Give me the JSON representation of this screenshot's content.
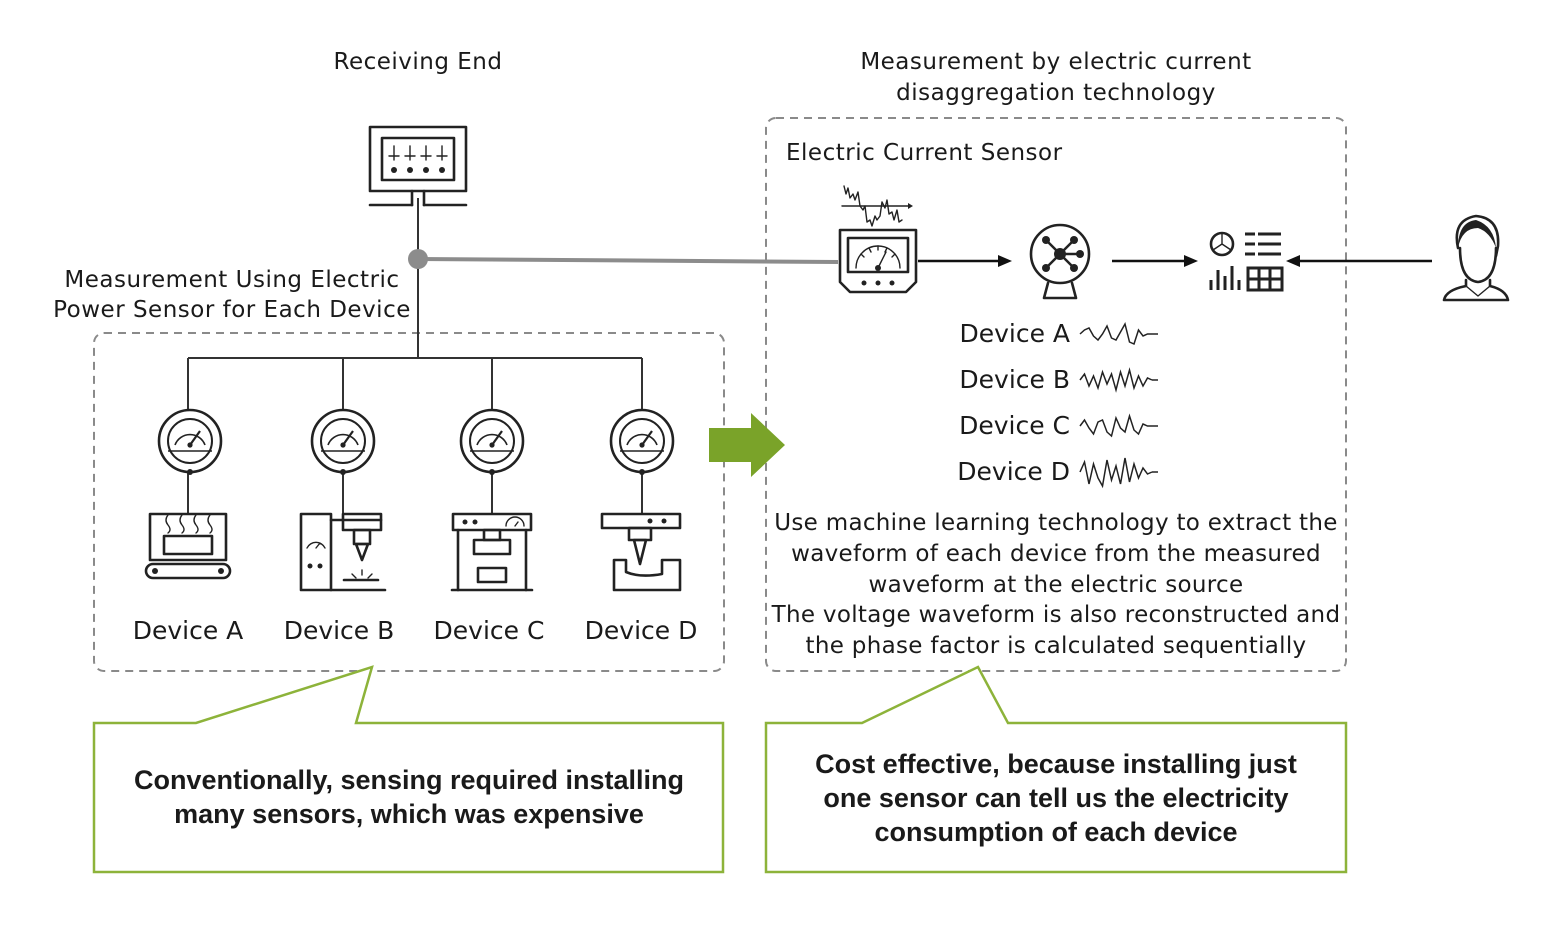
{
  "receiving_end": {
    "title": "Receiving End"
  },
  "left_panel": {
    "title_line1": "Measurement Using Electric",
    "title_line2": "Power Sensor for Each Device",
    "devices": [
      {
        "label": "Device A",
        "icon": "conveyor-oven-icon"
      },
      {
        "label": "Device B",
        "icon": "drilling-machine-icon"
      },
      {
        "label": "Device C",
        "icon": "press-machine-icon"
      },
      {
        "label": "Device D",
        "icon": "milling-machine-icon"
      }
    ]
  },
  "right_panel": {
    "title_line1": "Measurement by electric current",
    "title_line2": "disaggregation technology",
    "sensor_label": "Electric Current Sensor",
    "devices": [
      {
        "label": "Device A",
        "icon": "waveform-icon"
      },
      {
        "label": "Device B",
        "icon": "waveform-icon"
      },
      {
        "label": "Device C",
        "icon": "waveform-icon"
      },
      {
        "label": "Device D",
        "icon": "waveform-icon"
      }
    ],
    "description": [
      "Use machine learning technology to extract the",
      "waveform of each device from the measured",
      "waveform at the electric source",
      "The voltage waveform is also reconstructed and",
      "the phase factor is calculated sequentially"
    ]
  },
  "callouts": {
    "left": [
      "Conventionally, sensing required installing",
      "many sensors, which was expensive"
    ],
    "right": [
      "Cost effective, because installing just",
      "one sensor can tell us the electricity",
      "consumption of each device"
    ]
  },
  "colors": {
    "accent_green": "#7aa329",
    "callout_border": "#8db33a",
    "dashed_border": "#8a8a8a",
    "line_gray": "#8c8c8c",
    "ink": "#222222"
  }
}
